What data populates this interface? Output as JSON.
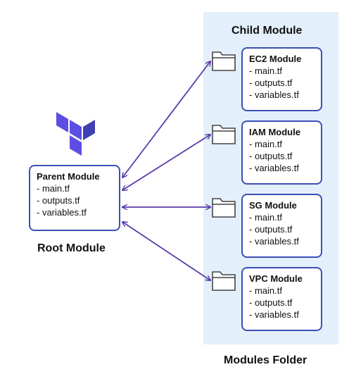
{
  "panel": {
    "heading": "Child Module",
    "footer": "Modules Folder",
    "background": "#e3f0fb"
  },
  "root": {
    "title": "Parent Module",
    "files": [
      "- main.tf",
      "- outputs.tf",
      "- variables.tf"
    ],
    "label": "Root Module"
  },
  "modules": [
    {
      "title": "EC2 Module",
      "files": [
        "- main.tf",
        "- outputs.tf",
        "- variables.tf"
      ]
    },
    {
      "title": "IAM Module",
      "files": [
        "- main.tf",
        "- outputs.tf",
        "- variables.tf"
      ]
    },
    {
      "title": "SG Module",
      "files": [
        "- main.tf",
        "- outputs.tf",
        "- variables.tf"
      ]
    },
    {
      "title": "VPC Module",
      "files": [
        "- main.tf",
        "- outputs.tf",
        "- variables.tf"
      ]
    }
  ],
  "colors": {
    "box_border": "#3b4fb5",
    "arrow": "#5a3aa8",
    "logo": "#5c4ee5",
    "folder": "#444444"
  },
  "icons": {
    "logo": "terraform-logo-icon",
    "folder": "folder-icon"
  }
}
